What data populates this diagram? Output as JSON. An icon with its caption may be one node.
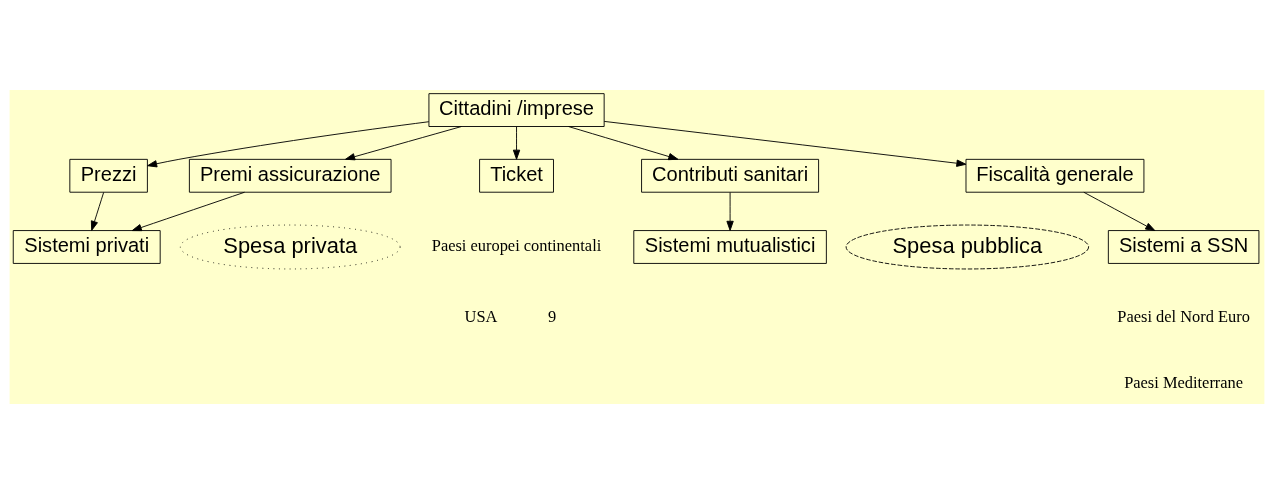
{
  "diagram": {
    "nodes": [
      {
        "text": [
          "Cittadini /imprese"
        ]
      },
      {
        "text": [
          "Prezzi"
        ]
      },
      {
        "text": [
          "Premi assicurazione"
        ]
      },
      {
        "text": [
          "Ticket"
        ]
      },
      {
        "text": [
          "Contributi sanitari"
        ]
      },
      {
        "text": [
          "Fiscalità generale"
        ]
      },
      {
        "text": [
          "Sistemi privati"
        ]
      },
      {
        "text": [
          "Sistemi mutualistici"
        ]
      },
      {
        "text": [
          "Sistemi a SSN"
        ]
      },
      {
        "text": [
          "Spesa privata"
        ]
      },
      {
        "text": [
          "Spesa pubblica"
        ]
      }
    ],
    "edges": [
      {
        "from": 0,
        "to": 1,
        "arrow": "to"
      },
      {
        "from": 0,
        "to": 2,
        "arrow": "to"
      },
      {
        "from": 0,
        "to": 3,
        "arrow": "to"
      },
      {
        "from": 0,
        "to": 4,
        "arrow": "to"
      },
      {
        "from": 0,
        "to": 5,
        "arrow": "to"
      },
      {
        "from": 1,
        "to": 6,
        "arrow": "to"
      },
      {
        "from": 2,
        "to": 6,
        "arrow": "to"
      },
      {
        "from": 4,
        "to": 7,
        "arrow": "to"
      },
      {
        "from": 5,
        "to": 8,
        "arrow": "to"
      }
    ],
    "labels": [
      "Paesi europei continentali",
      "USA",
      "9",
      "Paesi del Nord Euro",
      "Paesi Mediterrane"
    ]
  }
}
